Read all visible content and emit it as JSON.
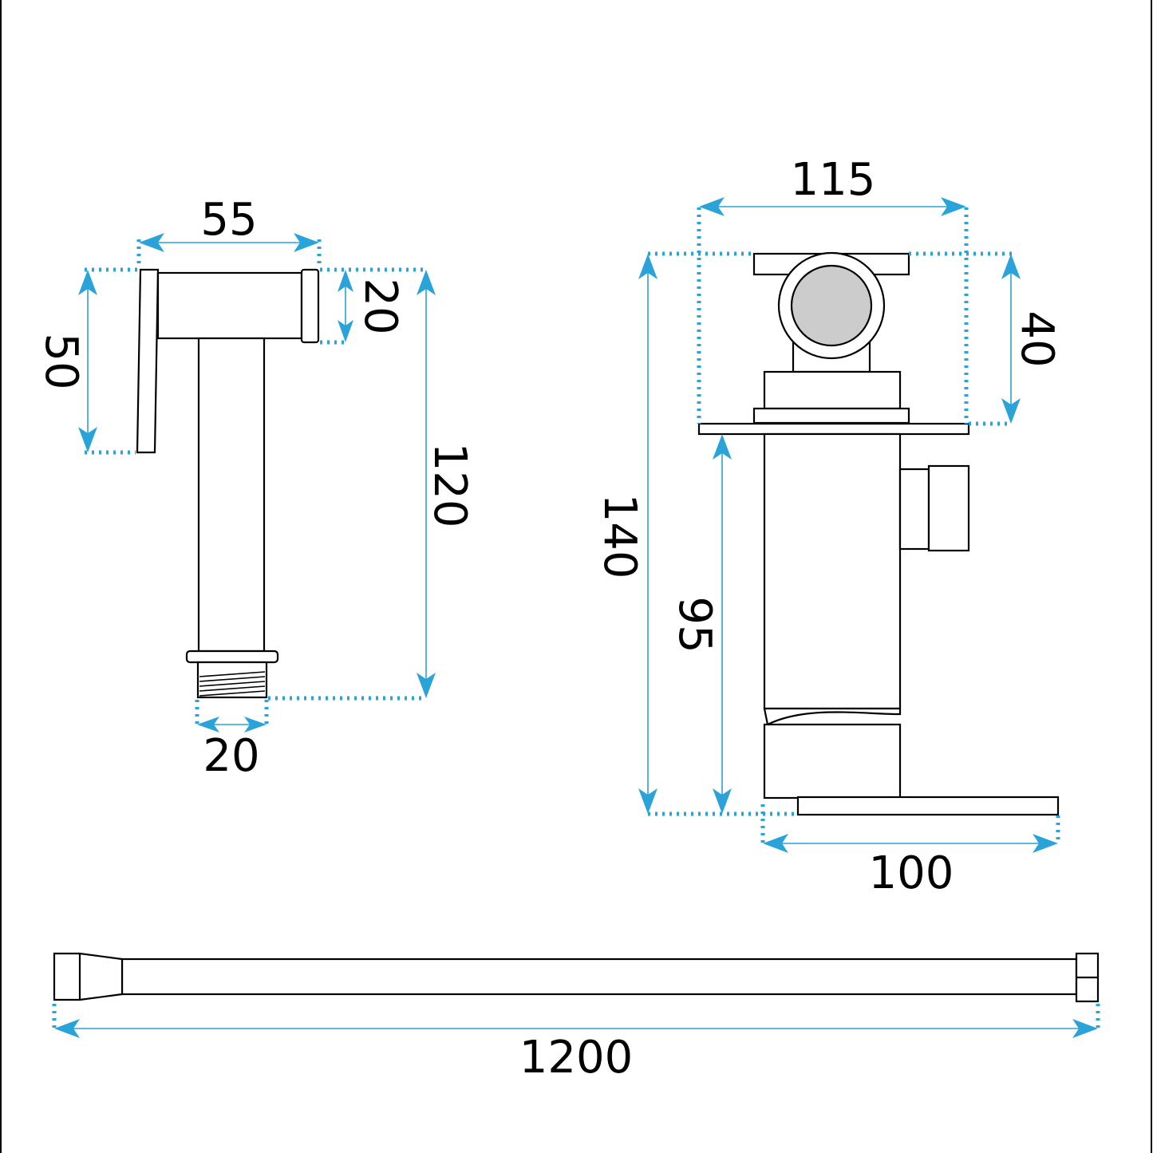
{
  "colors": {
    "dimension": "#2aa3d8",
    "outline": "#000000",
    "background": "#ffffff",
    "cap": "#cccccc"
  },
  "dimensions": {
    "sprayer_width": "55",
    "sprayer_nozzle_height": "20",
    "sprayer_lever_height": "50",
    "sprayer_total_height": "120",
    "sprayer_thread_width": "20",
    "valve_width": "115",
    "valve_top_height": "40",
    "valve_total_height": "140",
    "valve_body_height": "95",
    "valve_handle_length": "100",
    "hose_length": "1200"
  }
}
